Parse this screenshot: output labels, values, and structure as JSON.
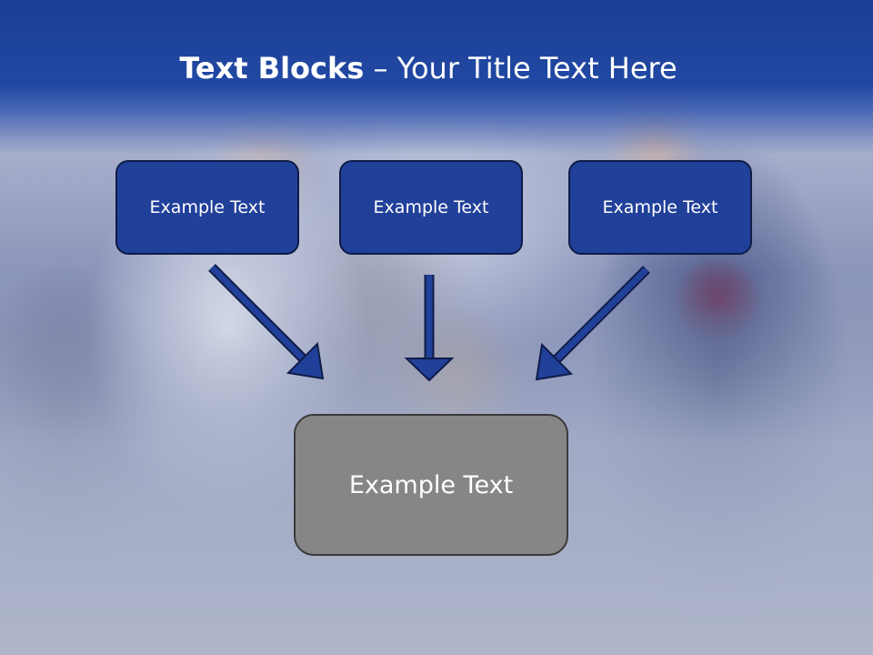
{
  "slide": {
    "title_bold": "Text Blocks",
    "title_rest": " – Your Title Text Here",
    "top_boxes": [
      {
        "label": "Example Text"
      },
      {
        "label": "Example Text"
      },
      {
        "label": "Example Text"
      }
    ],
    "bottom_box": {
      "label": "Example Text"
    }
  },
  "colors": {
    "title_band": "#1c3f95",
    "box_fill": "#21409a",
    "box_border": "#0f1c48",
    "bottom_box_fill": "#868686",
    "arrow": "#21409a"
  }
}
